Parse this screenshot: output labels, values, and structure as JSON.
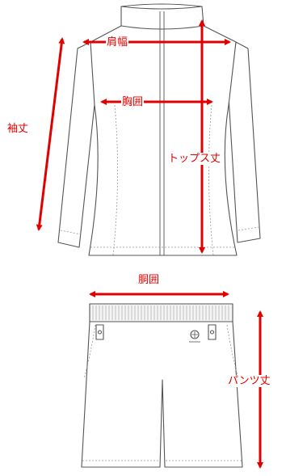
{
  "labels": {
    "shoulder_width": "肩幅",
    "chest": "胸囲",
    "sleeve_length": "袖丈",
    "top_length": "トップス丈",
    "waist": "胴囲",
    "pants_length": "パンツ丈"
  },
  "colors": {
    "arrow": "#e10000",
    "outline": "#555555",
    "stitch": "#999999",
    "fill": "#ffffff"
  }
}
